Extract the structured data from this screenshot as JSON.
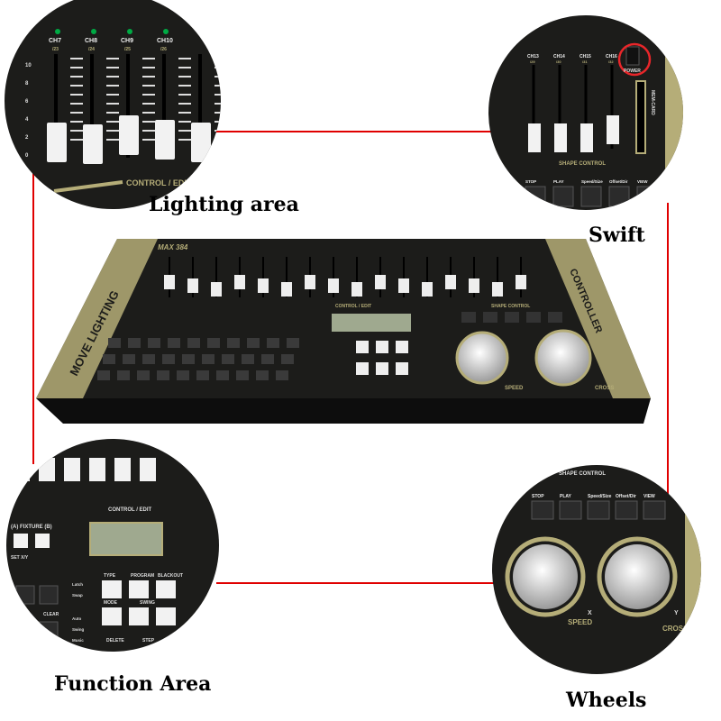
{
  "callouts": {
    "lighting_area": "Lighting area",
    "swift": "Swift",
    "function_area": "Function Area",
    "wheels": "Wheels"
  },
  "device": {
    "model": "MAX 384",
    "brand_left": "MOVE LIGHTING",
    "brand_right": "CONTROLLER",
    "control_edit": "CONTROL / EDIT",
    "shape_control": "SHAPE CONTROL",
    "power": "POWER",
    "mem_card": "MEM-CARD",
    "speed": "SPEED",
    "cross": "CROSS",
    "x": "X",
    "y": "Y"
  },
  "lighting_zoom": {
    "channels": [
      {
        "name": "CH7",
        "sub": "/23"
      },
      {
        "name": "CH8",
        "sub": "/24"
      },
      {
        "name": "CH9",
        "sub": "/25"
      },
      {
        "name": "CH10",
        "sub": "/26"
      }
    ],
    "scale": [
      "10",
      "8",
      "6",
      "4",
      "2",
      "0"
    ],
    "section": "CONTROL / EDIT"
  },
  "swift_zoom": {
    "channels": [
      {
        "name": "CH13",
        "sub": "/29"
      },
      {
        "name": "CH14",
        "sub": "/30"
      },
      {
        "name": "CH15",
        "sub": "/31"
      },
      {
        "name": "CH16",
        "sub": "/32"
      }
    ],
    "buttons": [
      "STOP",
      "PLAY",
      "Speed/Size",
      "Offset/Dir",
      "VIEW"
    ]
  },
  "function_zoom": {
    "fixture": "(A) FIXTURE (B)",
    "set_xy": "SET X/Y",
    "top_buttons": [
      "TYPE",
      "PROGRAM",
      "BLACKOUT"
    ],
    "mode": "MODE",
    "swing": "SWING",
    "clear": "CLEAR",
    "delete": "DELETE",
    "step": "STEP",
    "leds": [
      "Latch",
      "Swap",
      "Auto",
      "Swing",
      "Music"
    ]
  },
  "colors": {
    "frame_line": "#e00000",
    "panel": "#1c1c1a",
    "gold": "#b5ad78",
    "highlight": "#e8262a"
  }
}
